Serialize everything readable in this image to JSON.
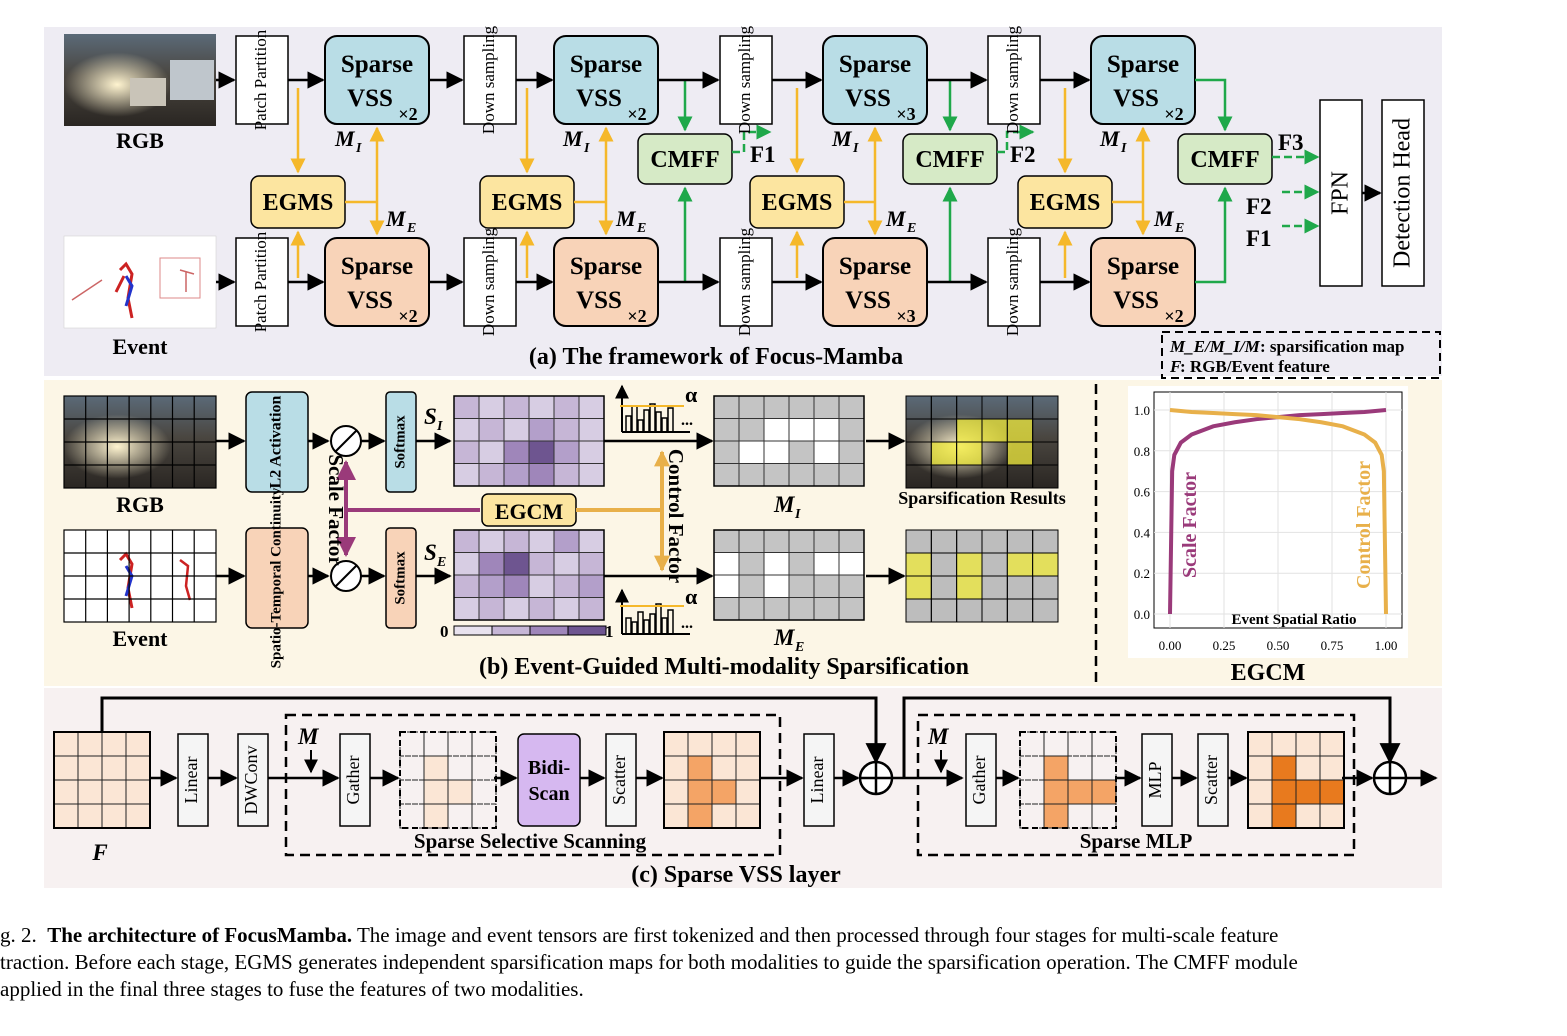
{
  "panel_a": {
    "title": "(a) The framework of Focus-Mamba",
    "rgb_label": "RGB",
    "event_label": "Event",
    "patch_partition": "Patch Partition",
    "down_sampling": "Down sampling",
    "sparse_top": "Sparse",
    "vss": "VSS",
    "stage_multipliers": [
      "×2",
      "×2",
      "×3",
      "×2"
    ],
    "egms": "EGMS",
    "cmff": "CMFF",
    "map_i": "M",
    "map_i_sub": "I",
    "map_e": "M",
    "map_e_sub": "E",
    "f1": "F1",
    "f2": "F2",
    "f3": "F3",
    "fpn": "FPN",
    "detection_head": "Detection Head",
    "legend_line1_rest": ": sparsification map",
    "legend_line1_maps": "M_E/M_I/M",
    "legend_line2_sym": "F",
    "legend_line2_rest": ": RGB/Event feature"
  },
  "panel_b": {
    "title": "(b) Event-Guided Multi-modality Sparsification",
    "rgb_label": "RGB",
    "event_label": "Event",
    "l2_activation": "L2 Activation",
    "spatio_temporal": "Spatio-Temporal Continuity",
    "softmax": "Softmax",
    "s_i": "S",
    "s_i_sub": "I",
    "s_e": "S",
    "s_e_sub": "E",
    "scale_factor": "Scale Factor",
    "control_factor": "Control Factor",
    "egcm": "EGCM",
    "m_i": "M",
    "m_i_sub": "I",
    "m_e": "M",
    "m_e_sub": "E",
    "alpha": "α",
    "dots": "...",
    "scale_min": "0",
    "scale_max": "1",
    "sparsification_results": "Sparsification Results",
    "egcm_caption": "EGCM"
  },
  "chart_data": {
    "type": "line",
    "xlabel": "Event Spatial Ratio",
    "x_ticks": [
      "0.00",
      "0.25",
      "0.50",
      "0.75",
      "1.00"
    ],
    "y_ticks": [
      "0.0",
      "0.2",
      "0.4",
      "0.6",
      "0.8",
      "1.0"
    ],
    "xlim": [
      0,
      1
    ],
    "ylim": [
      0,
      1
    ],
    "grid": true,
    "series": [
      {
        "name": "Scale Factor",
        "color": "#9a3a7a",
        "x": [
          0.0,
          0.01,
          0.02,
          0.05,
          0.1,
          0.2,
          0.3,
          0.4,
          0.5,
          0.6,
          0.7,
          0.8,
          0.9,
          0.95,
          1.0
        ],
        "y": [
          0.0,
          0.7,
          0.78,
          0.84,
          0.88,
          0.92,
          0.94,
          0.955,
          0.965,
          0.975,
          0.98,
          0.985,
          0.99,
          0.995,
          1.0
        ]
      },
      {
        "name": "Control Factor",
        "color": "#e8b04a",
        "x": [
          0.0,
          0.05,
          0.1,
          0.2,
          0.3,
          0.4,
          0.5,
          0.6,
          0.7,
          0.8,
          0.9,
          0.95,
          0.98,
          0.99,
          1.0
        ],
        "y": [
          1.0,
          0.995,
          0.99,
          0.985,
          0.98,
          0.975,
          0.965,
          0.955,
          0.94,
          0.92,
          0.88,
          0.84,
          0.78,
          0.7,
          0.0
        ]
      }
    ]
  },
  "panel_c": {
    "title": "(c) Sparse VSS layer",
    "f_label": "F",
    "m_label": "M",
    "linear": "Linear",
    "dwconv": "DWConv",
    "gather": "Gather",
    "bidi_scan_1": "Bidi-",
    "bidi_scan_2": "Scan",
    "scatter": "Scatter",
    "mlp": "MLP",
    "sparse_selective_scanning": "Sparse Selective Scanning",
    "sparse_mlp": "Sparse MLP"
  },
  "caption": {
    "line1_prefix": "g. 2.",
    "line1_bold": "The architecture of FocusMamba.",
    "line1_rest": "The image and event tensors are first tokenized and then processed through four stages for multi-scale feature",
    "line2": "traction. Before each stage, EGMS generates independent sparsification maps for both modalities to guide the sparsification operation. The CMFF module",
    "line3": "applied in the final three stages to fuse the features of two modalities."
  },
  "colors": {
    "panel_a_bg": "#eeecf3",
    "panel_b_bg": "#fcf6e6",
    "panel_c_bg": "#f7f1f1",
    "rgb_block": "#b9dde6",
    "event_block": "#f8d3b8",
    "egms_block": "#fce5a0",
    "cmff_block": "#d6eac6",
    "yellow_arrow": "#f5b82a",
    "green_arrow": "#1fa84a",
    "purple_arrow": "#9a3a7a",
    "bidi_block": "#d6b8f0",
    "grid_fill": "#fbe6d5",
    "grid_orange": "#f4a466",
    "grid_dark_orange": "#e87a1e"
  }
}
